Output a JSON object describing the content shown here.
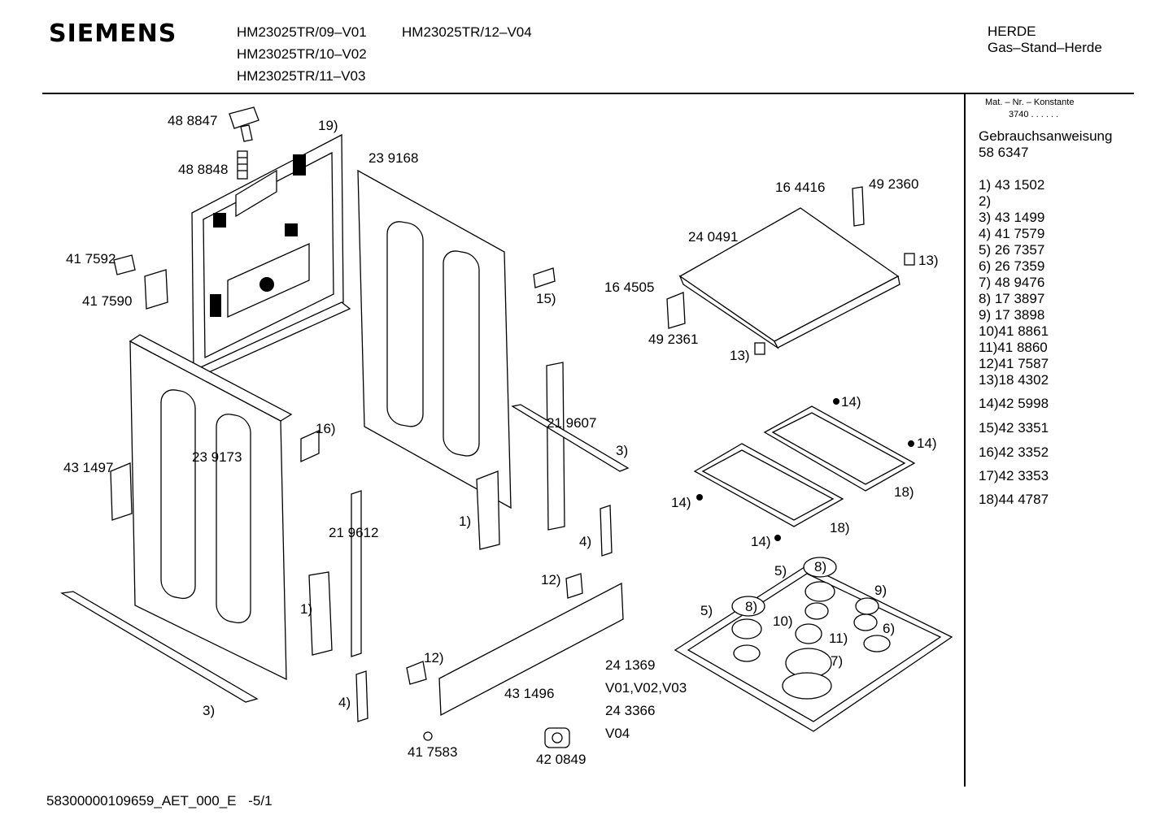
{
  "header": {
    "brand": "SIEMENS",
    "models": [
      "HM23025TR/09–V01",
      "HM23025TR/10–V02",
      "HM23025TR/11–V03",
      "HM23025TR/12–V04"
    ],
    "category": "HERDE",
    "subcategory": "Gas–Stand–Herde"
  },
  "side_panel": {
    "mat_label": "Mat. – Nr. – Konstante",
    "mat_value": "3740  .  .  .  .  .  .",
    "manual_label": "Gebrauchsanweisung",
    "manual_number": "58 6347",
    "parts": [
      "1) 43 1502",
      "2)",
      "3) 43 1499",
      "4) 41 7579",
      "5) 26 7357",
      "6) 26 7359",
      "7) 48 9476",
      "8) 17 3897",
      "9) 17 3898",
      "10)41 8861",
      "11)41 8860",
      "12)41 7587",
      "13)18 4302",
      "14)42 5998",
      "15)42 3351",
      "16)42 3352",
      "17)42 3353",
      "18)44 4787"
    ]
  },
  "callouts": {
    "c488847": "48 8847",
    "c488848": "48 8848",
    "c19": "19)",
    "c239168": "23 9168",
    "c417592": "41 7592",
    "c417590": "41 7590",
    "c15": "15)",
    "c16": "16)",
    "c431497": "43 1497",
    "c239173": "23 9173",
    "c219607": "21 9607",
    "c3a": "3)",
    "c1a": "1)",
    "c4a": "4)",
    "c219612": "21 9612",
    "c1b": "1)",
    "c3b": "3)",
    "c4b": "4)",
    "c12a": "12)",
    "c12b": "12)",
    "c431496": "43 1496",
    "c417583": "41 7583",
    "c420849": "42 0849",
    "c241369": "24 1369",
    "cv123": "V01,V02,V03",
    "c243366": "24 3366",
    "cv04": "V04",
    "c164416": "16 4416",
    "c492360": "49 2360",
    "c240491": "24 0491",
    "c13a": "13)",
    "c164505": "16 4505",
    "c492361": "49 2361",
    "c13b": "13)",
    "c14a": "14)",
    "c14b": "14)",
    "c14c": "14)",
    "c14d": "14)",
    "c18a": "18)",
    "c18b": "18)",
    "c5a": "5)",
    "c8a": "8)",
    "c9": "9)",
    "c5b": "5)",
    "c8b": "8)",
    "c10": "10)",
    "c11": "11)",
    "c6": "6)",
    "c7": "7)"
  },
  "footer": {
    "doc_id": "58300000109659_AET_000_E",
    "page": "-5/1"
  }
}
